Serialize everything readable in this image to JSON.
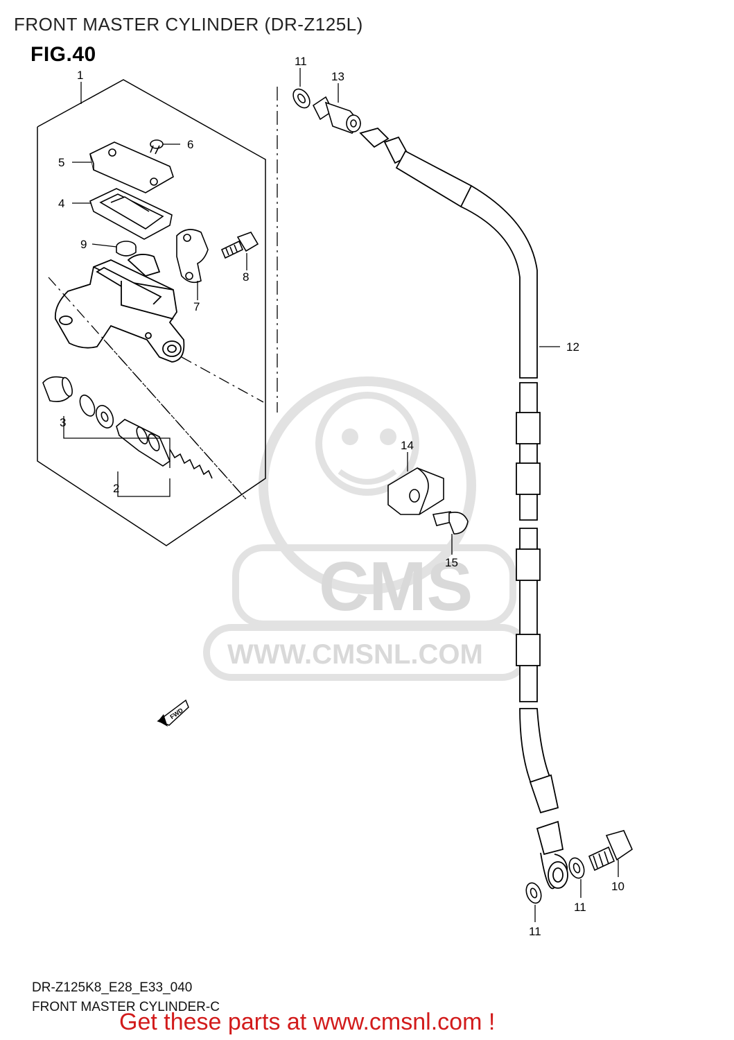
{
  "header": {
    "title": "FRONT MASTER CYLINDER (DR-Z125L)",
    "figure": "FIG.40"
  },
  "callouts": {
    "c1": "1",
    "c2": "2",
    "c3": "3",
    "c4": "4",
    "c5": "5",
    "c6": "6",
    "c7": "7",
    "c8": "8",
    "c9": "9",
    "c10": "10",
    "c11a": "11",
    "c11b": "11",
    "c11c": "11",
    "c12": "12",
    "c13": "13",
    "c14": "14",
    "c15": "15"
  },
  "watermark": {
    "brand": "CMS",
    "url": "WWW.CMSNL.COM"
  },
  "direction_marker": "FWD",
  "footer": {
    "code": "DR-Z125K8_E28_E33_040",
    "name": "FRONT MASTER CYLINDER-C",
    "cta": "Get these parts at www.cmsnl.com !"
  },
  "colors": {
    "cta": "#d21b1b",
    "line": "#000000",
    "watermark": "#d9d9d9"
  }
}
